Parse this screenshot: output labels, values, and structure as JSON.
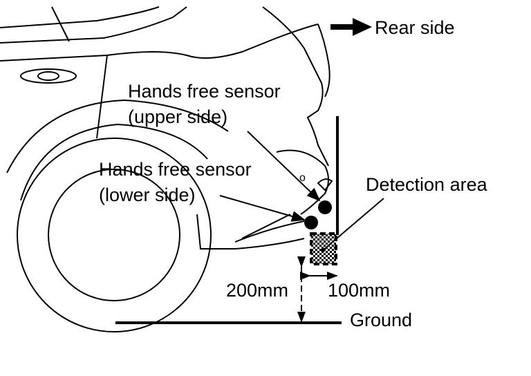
{
  "diagram": {
    "direction_label": "Rear side",
    "sensor_upper": {
      "line1": "Hands free sensor",
      "line2": "(upper side)"
    },
    "sensor_lower": {
      "line1": "Hands free sensor",
      "line2": "(lower side)"
    },
    "detection_area_label": "Detection area",
    "height_dimension": "200mm",
    "depth_dimension": "100mm",
    "ground_label": "Ground",
    "colors": {
      "ink": "#000000",
      "background": "#ffffff"
    }
  }
}
